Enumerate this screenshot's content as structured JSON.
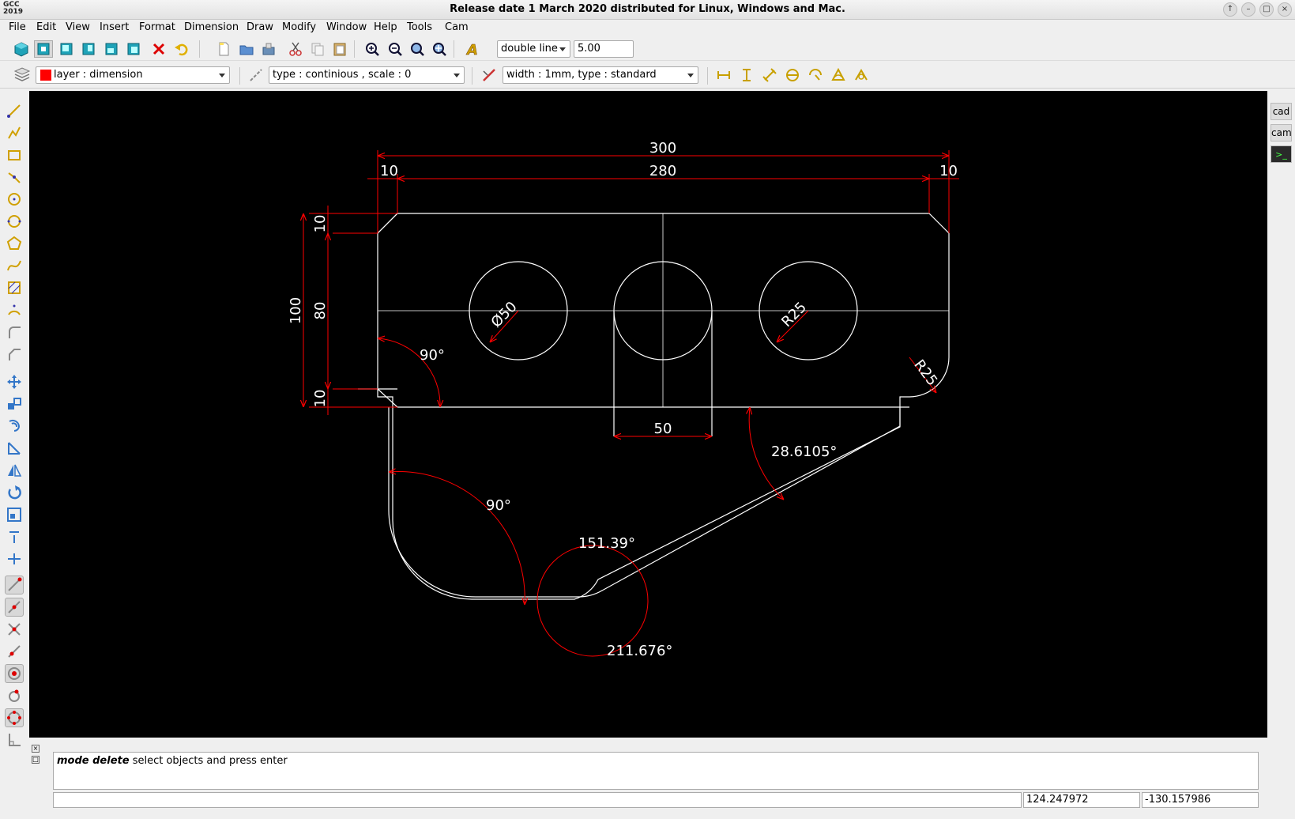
{
  "app": {
    "logo_top": "GCC",
    "logo_bottom": "2019"
  },
  "window": {
    "title": "Release date 1 March 2020 distributed for Linux, Windows and Mac."
  },
  "menu": [
    "File",
    "Edit",
    "View",
    "Insert",
    "Format",
    "Dimension",
    "Draw",
    "Modify",
    "Window",
    "Help",
    "Tools",
    "Cam"
  ],
  "toolbar": {
    "line_style": "double line",
    "line_value": "5.00",
    "layer": "layer : dimension",
    "layer_color": "#ff0000",
    "linetype": "type : continious , scale : 0",
    "lineweight": "width : 1mm, type : standard"
  },
  "right_tabs": {
    "cad": "cad",
    "cam": "cam"
  },
  "drawing": {
    "dims": {
      "overall_width": "300",
      "inner_width": "280",
      "left_chamfer": "10",
      "right_chamfer": "10",
      "height_total": "100",
      "height_inner": "80",
      "top_chamfer": "10",
      "bottom_chamfer": "10",
      "slot_width": "50",
      "diameter": "Ø50",
      "radius_hole": "R25",
      "radius_corner": "R25",
      "angle_top": "90°",
      "angle_bottom": "90°",
      "angle_slope": "28.6105°",
      "arc_a": "151.39°",
      "arc_b": "211.676°"
    },
    "colors": {
      "geometry": "#ffffff",
      "dimension": "#ff0000",
      "background": "#000000"
    }
  },
  "command": {
    "mode": "mode delete",
    "message": " select objects and press enter",
    "coord_x": "124.247972",
    "coord_y": "-130.157986"
  }
}
